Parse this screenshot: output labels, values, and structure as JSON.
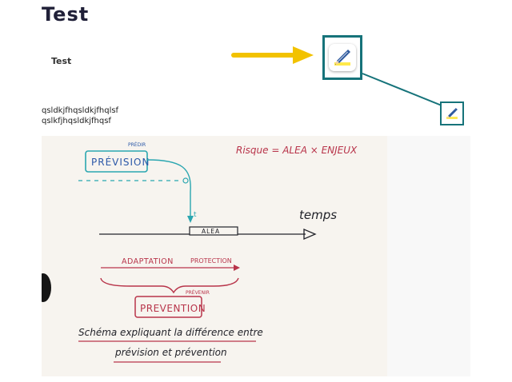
{
  "page": {
    "title": "Test",
    "subtitle": "Test",
    "paragraph_lines": [
      "qsldkjfhqsldkjfhqlsf",
      "qslkfjhqsldkjfhqsf"
    ]
  },
  "whiteboard": {
    "label_predire_top": "PRÉDIR",
    "label_prevision": "PRÉVISION",
    "formula": "Risque = ALEA × ENJEUX",
    "axis_label": "temps",
    "marker_t": "t",
    "label_alea": "ALEA",
    "label_adaptation": "ADAPTATION",
    "label_protection": "PROTECTION",
    "label_prevenir": "PRÉVENIR",
    "label_prevention": "PREVENTION",
    "caption_line1": "Schéma expliquant la différence entre",
    "caption_line2": "prévision et prévention"
  },
  "colors": {
    "teal": "#16737a",
    "arrow_yellow": "#f2c200",
    "pencil_blue": "#2f5a9e",
    "ink_blue": "#2b58a8",
    "ink_teal": "#2aa6b0",
    "ink_red": "#b8344a",
    "ink_dark": "#22232a"
  },
  "icons": {
    "big_edit": "pencil-icon",
    "small_edit": "pencil-icon"
  }
}
